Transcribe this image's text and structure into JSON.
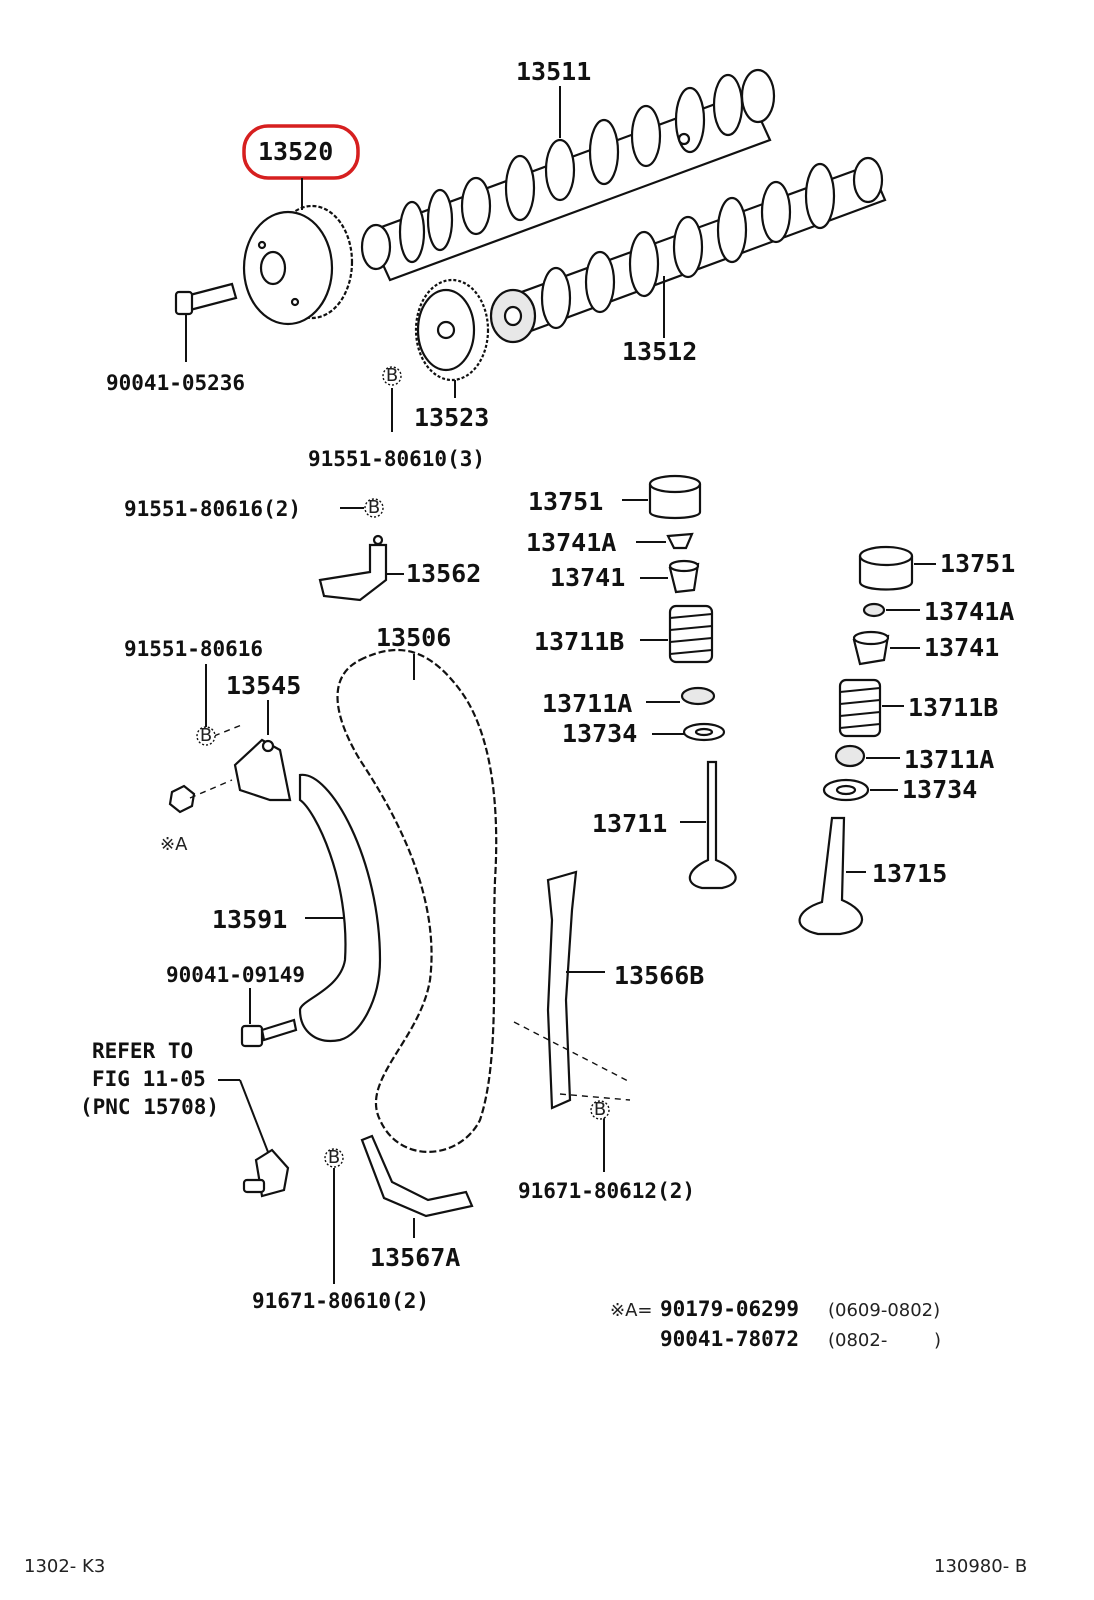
{
  "highlight": {
    "part_number": "13520",
    "color": "#d61f1f"
  },
  "labels": {
    "p13511": "13511",
    "p13520": "13520",
    "p13512": "13512",
    "p90041_05236": "90041-05236",
    "p13523": "13523",
    "p91551_80610": "91551-80610(3)",
    "p91551_80616_2": "91551-80616(2)",
    "p13562": "13562",
    "p13751_a": "13751",
    "p13741A_a": "13741A",
    "p13741_a": "13741",
    "p13711B_a": "13711B",
    "p13711A_a": "13711A",
    "p13734_a": "13734",
    "p13711": "13711",
    "p13751_b": "13751",
    "p13741A_b": "13741A",
    "p13741_b": "13741",
    "p13711B_b": "13711B",
    "p13711A_b": "13711A",
    "p13734_b": "13734",
    "p13715": "13715",
    "p91551_80616": "91551-80616",
    "p13545": "13545",
    "p13506": "13506",
    "star_a": "※A",
    "p13591": "13591",
    "p90041_09149": "90041-09149",
    "p13566B": "13566B",
    "refer_line1": "REFER TO",
    "refer_line2": "FIG 11-05",
    "refer_line3": "(PNC 15708)",
    "p91671_80612": "91671-80612(2)",
    "p13567A": "13567A",
    "p91671_80610": "91671-80610(2)",
    "note_a_prefix": "※A=",
    "note_a_part1": "90179-06299",
    "note_a_range1": "(0609-0802)",
    "note_a_part2": "90041-78072",
    "note_a_range2": "(0802-",
    "note_a_close2": ")",
    "footer_left": "1302- K3",
    "footer_right": "130980- B",
    "marker_b": "B"
  }
}
